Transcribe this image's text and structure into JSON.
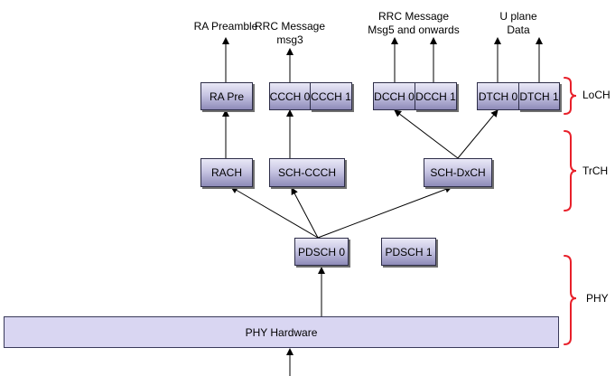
{
  "top_labels": {
    "ra_preamble": "RA Preamble",
    "rrc_msg3_line1": "RRC Message",
    "rrc_msg3_line2": "msg3",
    "rrc_msg5_line1": "RRC Message",
    "rrc_msg5_line2": "Msg5 and onwards",
    "uplane_line1": "U plane",
    "uplane_line2": "Data"
  },
  "logical_channels": {
    "ra_pre": "RA Pre",
    "ccch0": "CCCH 0",
    "ccch1": "CCCH 1",
    "dcch0": "DCCH 0",
    "dcch1": "DCCH 1",
    "dtch0": "DTCH 0",
    "dtch1": "DTCH 1"
  },
  "transport_channels": {
    "rach": "RACH",
    "sch_ccch": "SCH-CCCH",
    "sch_dxch": "SCH-DxCH"
  },
  "physical_channels": {
    "pdsch0": "PDSCH 0",
    "pdsch1": "PDSCH 1"
  },
  "phy_hardware": "PHY Hardware",
  "layers": {
    "loch": "LoCH",
    "trch": "TrCH",
    "phy": "PHY"
  },
  "colors": {
    "brace": "#e8202a",
    "box_border": "#2e2e48",
    "arrow": "#000000"
  }
}
